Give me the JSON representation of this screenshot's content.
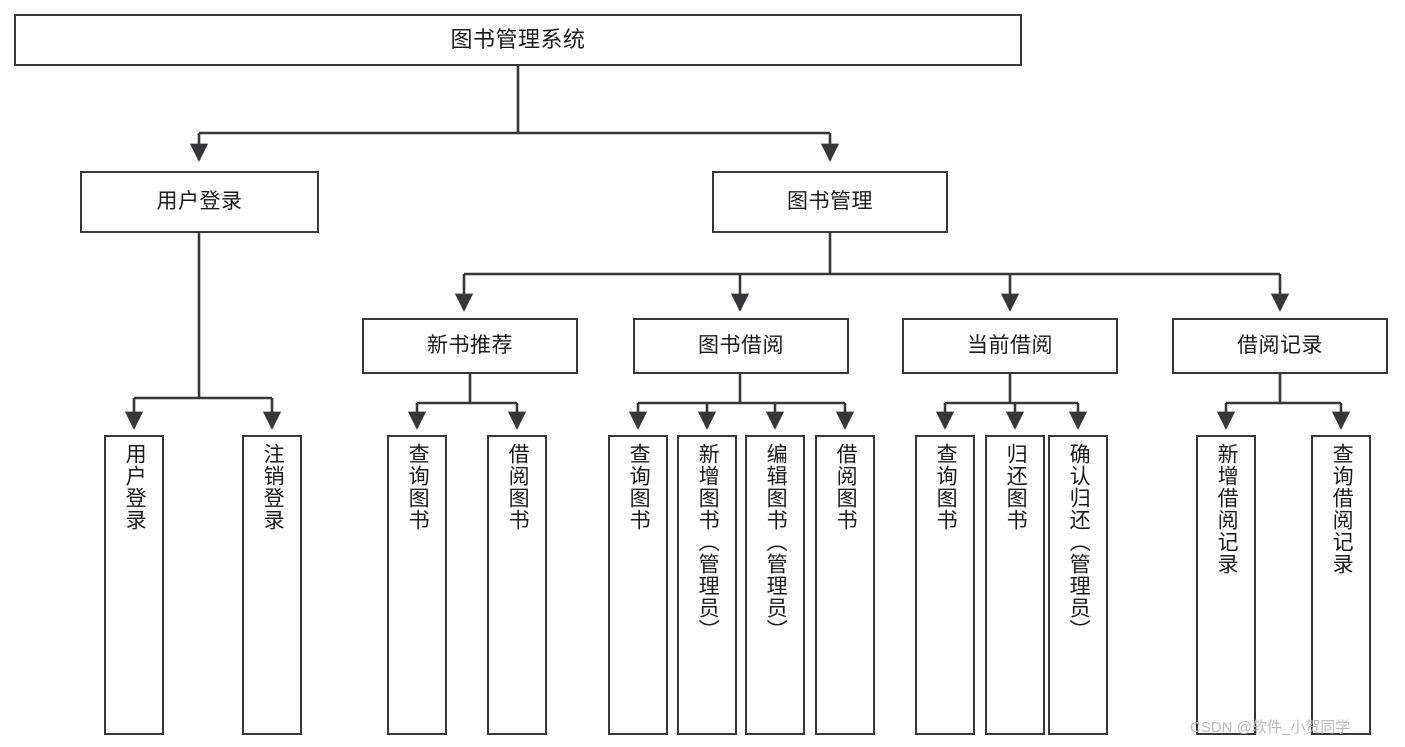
{
  "diagram": {
    "type": "tree",
    "title": "图书管理系统",
    "orientation": "top-down",
    "line_color": "#37373a",
    "box_fill": "#ffffff",
    "text_color": "#1b1b1d"
  },
  "root": {
    "label": "图书管理系统"
  },
  "level1": [
    {
      "label": "用户登录"
    },
    {
      "label": "图书管理"
    }
  ],
  "level2": [
    {
      "label": "新书推荐"
    },
    {
      "label": "图书借阅"
    },
    {
      "label": "当前借阅"
    },
    {
      "label": "借阅记录"
    }
  ],
  "leaves": {
    "user_login": [
      {
        "label": "用户登录"
      },
      {
        "label": "注销登录"
      }
    ],
    "new_book_recommend": [
      {
        "label": "查询图书"
      },
      {
        "label": "借阅图书"
      }
    ],
    "book_borrow": [
      {
        "label": "查询图书"
      },
      {
        "label": "新增图书（管理员）"
      },
      {
        "label": "编辑图书（管理员）"
      },
      {
        "label": "借阅图书"
      }
    ],
    "current_borrow": [
      {
        "label": "查询图书"
      },
      {
        "label": "归还图书"
      },
      {
        "label": "确认归还（管理员）"
      }
    ],
    "borrow_record": [
      {
        "label": "新增借阅记录"
      },
      {
        "label": "查询借阅记录"
      }
    ]
  },
  "watermark": {
    "text": "CSDN @软件_小贺同学",
    "color": "#b9b9bd"
  }
}
